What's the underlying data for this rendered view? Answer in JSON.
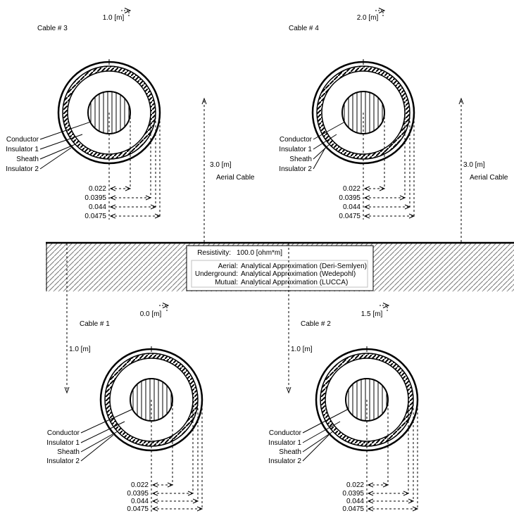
{
  "colors": {
    "ink": "#000000",
    "bg": "#ffffff",
    "ground_hatch": "#787878",
    "inner_border": "#c0c0c0"
  },
  "cables": [
    {
      "name": "Cable # 1",
      "offset_label": "0.0 [m]",
      "depth_label": "1.0 [m]",
      "layers": [
        "Conductor",
        "Insulator 1",
        "Sheath",
        "Insulator 2"
      ],
      "radii": [
        "0.022",
        "0.0395",
        "0.044",
        "0.0475"
      ]
    },
    {
      "name": "Cable # 2",
      "offset_label": "1.5 [m]",
      "depth_label": "1.0 [m]",
      "layers": [
        "Conductor",
        "Insulator 1",
        "Sheath",
        "Insulator 2"
      ],
      "radii": [
        "0.022",
        "0.0395",
        "0.044",
        "0.0475"
      ]
    },
    {
      "name": "Cable # 3",
      "offset_label": "1.0 [m]",
      "layers": [
        "Conductor",
        "Insulator 1",
        "Sheath",
        "Insulator 2"
      ],
      "radii": [
        "0.022",
        "0.0395",
        "0.044",
        "0.0475"
      ]
    },
    {
      "name": "Cable # 4",
      "offset_label": "2.0 [m]",
      "layers": [
        "Conductor",
        "Insulator 1",
        "Sheath",
        "Insulator 2"
      ],
      "radii": [
        "0.022",
        "0.0395",
        "0.044",
        "0.0475"
      ]
    }
  ],
  "aerial_markers": [
    {
      "height_label": "3.0 [m]",
      "caption": "Aerial Cable"
    },
    {
      "height_label": "3.0 [m]",
      "caption": "Aerial Cable"
    }
  ],
  "ground": {
    "resistivity_label": "Resistivity:",
    "resistivity_value": "100.0 [ohm*m]",
    "methods": [
      {
        "label": "Aerial:",
        "value": "Analytical Approximation (Deri-Semlyen)"
      },
      {
        "label": "Underground:",
        "value": "Analytical Approximation (Wedepohl)"
      },
      {
        "label": "Mutual:",
        "value": "Analytical Approximation (LUCCA)"
      }
    ]
  }
}
